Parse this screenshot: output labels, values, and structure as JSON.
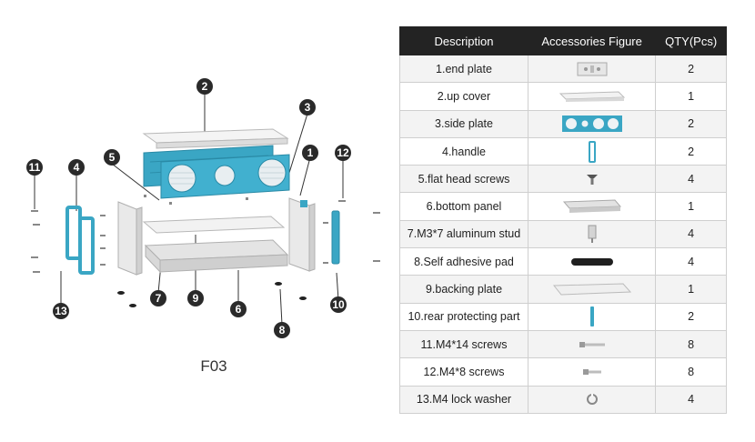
{
  "figure_label": "F03",
  "callouts": [
    "1",
    "2",
    "3",
    "4",
    "5",
    "6",
    "7",
    "8",
    "9",
    "10",
    "11",
    "12",
    "13"
  ],
  "table": {
    "headers": [
      "Description",
      "Accessories Figure",
      "QTY(Pcs)"
    ],
    "rows": [
      {
        "description": "1.end plate",
        "icon": "end-plate-icon",
        "qty": "2"
      },
      {
        "description": "2.up cover",
        "icon": "up-cover-icon",
        "qty": "1"
      },
      {
        "description": "3.side plate",
        "icon": "side-plate-icon",
        "qty": "2"
      },
      {
        "description": "4.handle",
        "icon": "handle-icon",
        "qty": "2"
      },
      {
        "description": "5.flat head screws",
        "icon": "flat-head-screw-icon",
        "qty": "4"
      },
      {
        "description": "6.bottom panel",
        "icon": "bottom-panel-icon",
        "qty": "1"
      },
      {
        "description": "7.M3*7 aluminum stud",
        "icon": "aluminum-stud-icon",
        "qty": "4"
      },
      {
        "description": "8.Self adhesive pad",
        "icon": "adhesive-pad-icon",
        "qty": "4"
      },
      {
        "description": "9.backing plate",
        "icon": "backing-plate-icon",
        "qty": "1"
      },
      {
        "description": "10.rear protecting part",
        "icon": "rear-protecting-part-icon",
        "qty": "2"
      },
      {
        "description": "11.M4*14 screws",
        "icon": "m4x14-screw-icon",
        "qty": "8"
      },
      {
        "description": "12.M4*8 screws",
        "icon": "m4x8-screw-icon",
        "qty": "8"
      },
      {
        "description": "13.M4 lock washer",
        "icon": "lock-washer-icon",
        "qty": "4"
      }
    ]
  },
  "colors": {
    "accent": "#3aa6c4",
    "header_bg": "#232323",
    "callout_bg": "#2a2a2a"
  }
}
